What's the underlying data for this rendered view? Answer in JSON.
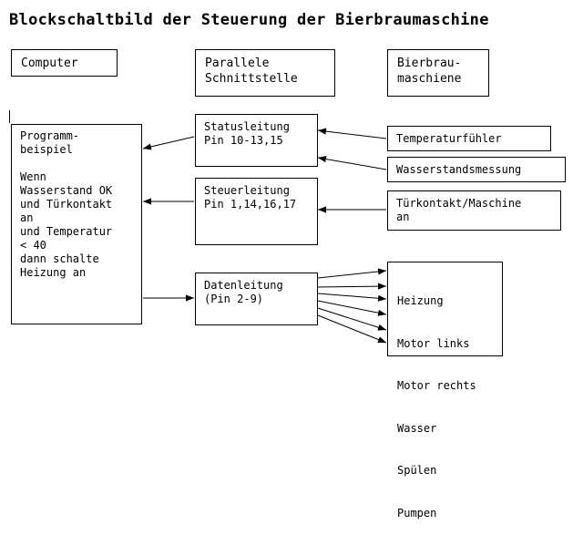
{
  "title": "Blockschaltbild der Steuerung der Bierbraumaschine",
  "headers": {
    "computer": "Computer",
    "interface": "Parallele\nSchnittstelle",
    "machine": "Bierbrau-\nmaschiene"
  },
  "program": "Programm-\nbeispiel\n\nWenn\nWasserstand OK\nund Türkontakt\nan\nund Temperatur\n< 40\ndann schalte\nHeizung an",
  "lines": {
    "status": "Statusleitung\nPin 10-13,15",
    "control": "Steuerleitung\nPin 1,14,16,17",
    "data": "Datenleitung\n(Pin 2-9)"
  },
  "sensors": {
    "temperature": "Temperaturfühler",
    "water_level": "Wasserstandsmessung",
    "door": "Türkontakt/Maschine\nan"
  },
  "outputs": [
    "Heizung",
    "Motor links",
    "Motor rechts",
    "Wasser",
    "Spülen",
    "Pumpen"
  ]
}
